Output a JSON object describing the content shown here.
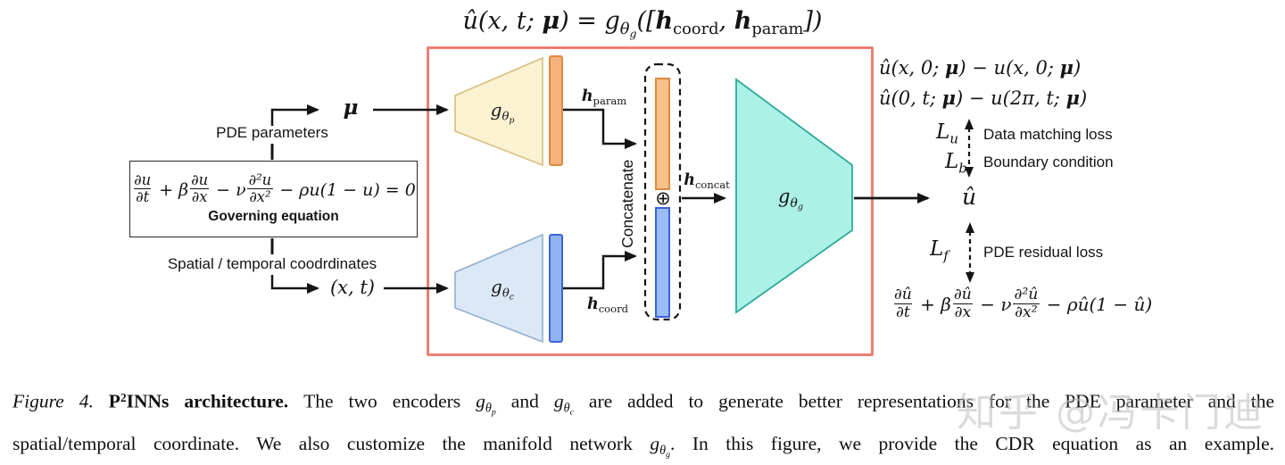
{
  "colors": {
    "frame_red": "#EE7E75",
    "param_encoder_fill": "#FBF2D2",
    "param_encoder_stroke": "#D6BE7E",
    "param_bar_fill": "#F5B17E",
    "param_bar_stroke": "#DE8A3E",
    "coord_encoder_fill": "#DBE8F7",
    "coord_encoder_stroke": "#92AFD2",
    "coord_bar_fill": "#90B4F1",
    "coord_bar_stroke": "#3E63D6",
    "concat_param_fill": "#F7C189",
    "concat_param_stroke": "#DD8A3D",
    "concat_coord_fill": "#9BBCF5",
    "concat_coord_stroke": "#3C62D9",
    "manifold_fill": "#ABF1E5",
    "manifold_stroke": "#2FA99B",
    "line_black": "#141414"
  },
  "title": {
    "formula": [
      {
        "t": "û(x, t; "
      },
      {
        "t": "μ",
        "b": 1
      },
      {
        "t": ") = g"
      },
      {
        "t": "θ",
        "sub": 1
      },
      {
        "t": "g",
        "sub": 2
      },
      {
        "t": "(["
      },
      {
        "t": "h",
        "b": 1
      },
      {
        "t": "coord",
        "rm": 1,
        "sub": 1
      },
      {
        "t": ", "
      },
      {
        "t": "h",
        "b": 1
      },
      {
        "t": "param",
        "rm": 1,
        "sub": 1
      },
      {
        "t": "])"
      }
    ]
  },
  "left": {
    "pde_parameters_label": "PDE parameters",
    "mu": [
      {
        "t": "μ",
        "b": 1
      }
    ],
    "governing_eq": [
      {
        "frac": {
          "num": "∂u",
          "den": "∂t"
        }
      },
      {
        "t": " + β"
      },
      {
        "frac": {
          "num": "∂u",
          "den": "∂x"
        }
      },
      {
        "t": " − ν"
      },
      {
        "frac": {
          "num": "∂²u",
          "den": "∂x²"
        }
      },
      {
        "t": " − ρu(1 − u) = 0"
      }
    ],
    "governing_label": "Governing equation",
    "coords_label": "Spatial / temporal coodrdinates",
    "xt": [
      {
        "t": "(x, t)"
      }
    ]
  },
  "middle": {
    "g_param": [
      {
        "t": "g"
      },
      {
        "t": "θ",
        "sub": 1
      },
      {
        "t": "p",
        "sub": 2
      }
    ],
    "g_coord": [
      {
        "t": "g"
      },
      {
        "t": "θ",
        "sub": 1
      },
      {
        "t": "c",
        "sub": 2
      }
    ],
    "g_manifold": [
      {
        "t": "g"
      },
      {
        "t": "θ",
        "sub": 1
      },
      {
        "t": "g",
        "sub": 2
      }
    ],
    "h_param": [
      {
        "t": "h",
        "b": 1
      },
      {
        "t": "param",
        "rm": 1,
        "sub": 1
      }
    ],
    "h_coord": [
      {
        "t": "h",
        "b": 1
      },
      {
        "t": "coord",
        "rm": 1,
        "sub": 1
      }
    ],
    "h_concat": [
      {
        "t": "h",
        "b": 1
      },
      {
        "t": "concat",
        "rm": 1,
        "sub": 1
      }
    ],
    "concatenate_label": "Concatenate",
    "oplus": "⊕"
  },
  "right": {
    "eq_data": [
      {
        "t": "û(x, 0; "
      },
      {
        "t": "μ",
        "b": 1
      },
      {
        "t": ") − u(x, 0; "
      },
      {
        "t": "μ",
        "b": 1
      },
      {
        "t": ")"
      }
    ],
    "eq_boundary": [
      {
        "t": "û(0, t; "
      },
      {
        "t": "μ",
        "b": 1
      },
      {
        "t": ") − u(2π, t; "
      },
      {
        "t": "μ",
        "b": 1
      },
      {
        "t": ")"
      }
    ],
    "L_u": [
      {
        "t": "L"
      },
      {
        "t": "u",
        "sub": 1
      }
    ],
    "L_b": [
      {
        "t": "L"
      },
      {
        "t": "b",
        "sub": 1
      }
    ],
    "L_f": [
      {
        "t": "L"
      },
      {
        "t": "f",
        "sub": 1
      }
    ],
    "data_matching_label": "Data matching loss",
    "boundary_label": "Boundary condition",
    "residual_label": "PDE residual loss",
    "u_hat": [
      {
        "t": "û"
      }
    ],
    "residual_eq": [
      {
        "frac": {
          "num": "∂û",
          "den": "∂t"
        }
      },
      {
        "t": " + β"
      },
      {
        "frac": {
          "num": "∂û",
          "den": "∂x"
        }
      },
      {
        "t": " − ν"
      },
      {
        "frac": {
          "num": "∂²û",
          "den": "∂x²"
        }
      },
      {
        "t": " − ρû(1 − û)"
      }
    ]
  },
  "caption": {
    "line1": [
      {
        "t": "Figure 4. ",
        "i": 1
      },
      {
        "t": "P",
        "b": 1
      },
      {
        "t": "2",
        "b": 1,
        "sup": 1
      },
      {
        "t": "INNs architecture. ",
        "b": 1
      },
      {
        "t": "The two encoders "
      },
      {
        "t": "g",
        "i": 1
      },
      {
        "t": "θ",
        "i": 1,
        "sub": 1
      },
      {
        "t": "p",
        "i": 1,
        "sub": 2
      },
      {
        "t": " and "
      },
      {
        "t": "g",
        "i": 1
      },
      {
        "t": "θ",
        "i": 1,
        "sub": 1
      },
      {
        "t": "c",
        "i": 1,
        "sub": 2
      },
      {
        "t": " are added to generate better representations for the PDE parameter and the"
      }
    ],
    "line2": [
      {
        "t": "spatial/temporal coordinate. We also customize the manifold network "
      },
      {
        "t": "g",
        "i": 1
      },
      {
        "t": "θ",
        "i": 1,
        "sub": 1
      },
      {
        "t": "g",
        "i": 1,
        "sub": 2
      },
      {
        "t": ". In this figure, we provide the CDR equation as an example."
      }
    ]
  },
  "watermark": {
    "text": "知乎 @冯卡门迪"
  }
}
